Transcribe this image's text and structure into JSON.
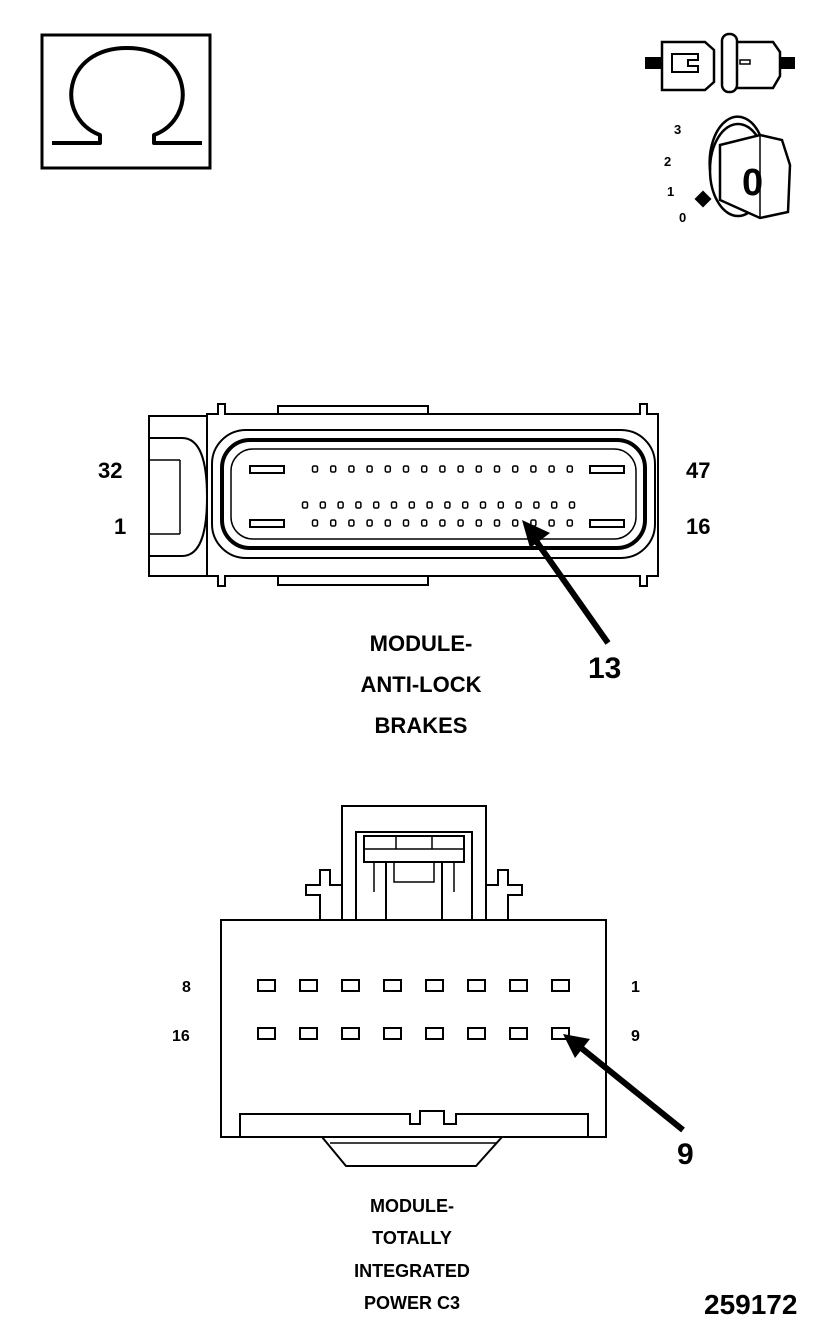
{
  "icons": {
    "ohmmeter": "ohm-symbol-icon",
    "connector_disconnect": "disconnected-connector-icon",
    "ignition": "ignition-key-off-icon"
  },
  "ignition": {
    "positions": [
      "3",
      "2",
      "1",
      "0"
    ],
    "key_label": "0"
  },
  "abs_connector": {
    "pin_top_left": "32",
    "pin_bottom_left": "1",
    "pin_top_right": "47",
    "pin_bottom_right": "16",
    "callout": "13",
    "title_lines": [
      "MODULE-",
      "ANTI-LOCK",
      "BRAKES"
    ]
  },
  "tip_connector": {
    "pin_top_left": "8",
    "pin_top_right": "1",
    "pin_bottom_left": "16",
    "pin_bottom_right": "9",
    "callout": "9",
    "title_lines": [
      "MODULE-",
      "TOTALLY",
      "INTEGRATED",
      "POWER C3"
    ]
  },
  "figure_number": "259172"
}
